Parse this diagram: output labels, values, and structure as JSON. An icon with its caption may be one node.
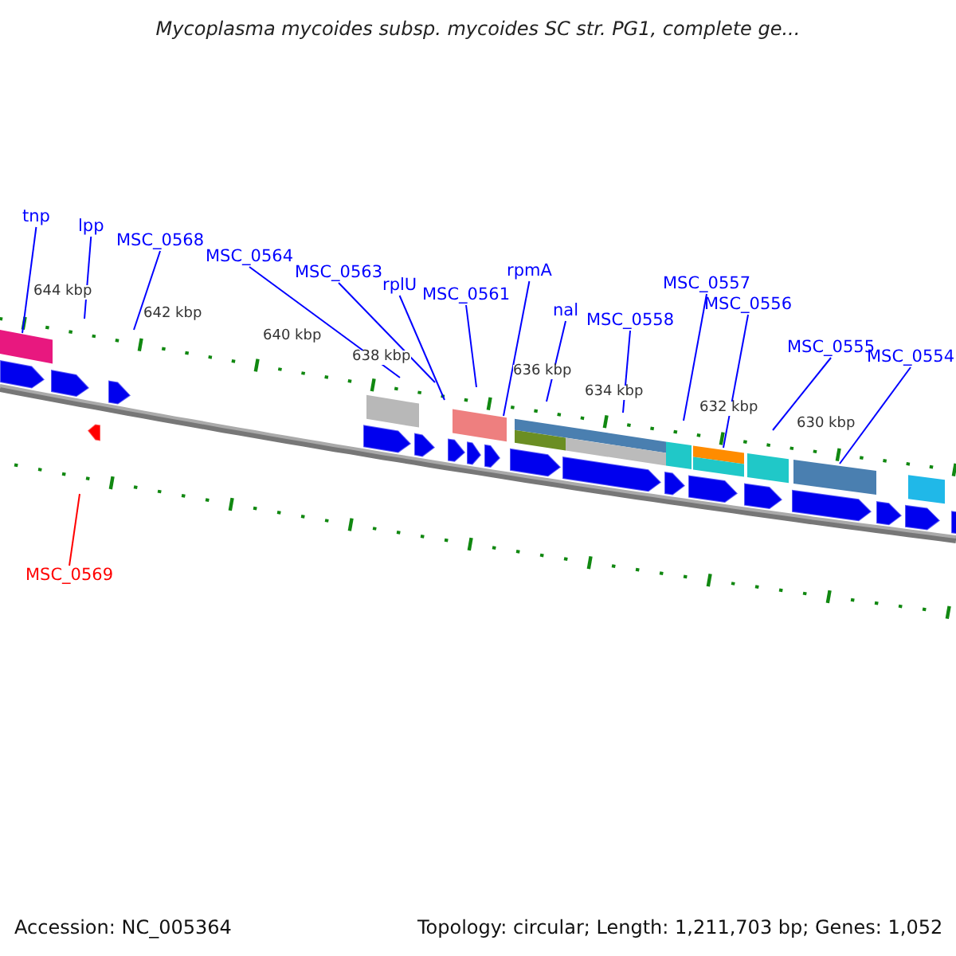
{
  "diagram": {
    "title": "Mycoplasma mycoides subsp. mycoides SC str. PG1, complete ge...",
    "nodes": [
      {
        "text": [
          "tnp"
        ]
      },
      {
        "text": [
          "lpp"
        ]
      },
      {
        "text": [
          "MSC_0568"
        ]
      },
      {
        "text": [
          "MSC_0564"
        ]
      },
      {
        "text": [
          "MSC_0563"
        ]
      },
      {
        "text": [
          "rplU"
        ]
      },
      {
        "text": [
          "MSC_0561"
        ]
      },
      {
        "text": [
          "rpmA"
        ]
      },
      {
        "text": [
          "nal"
        ]
      },
      {
        "text": [
          "MSC_0558"
        ]
      },
      {
        "text": [
          "MSC_0557"
        ]
      },
      {
        "text": [
          "MSC_0556"
        ]
      },
      {
        "text": [
          "MSC_0555"
        ]
      },
      {
        "text": [
          "MSC_0554"
        ]
      },
      {
        "text": [
          "MSC_0569"
        ]
      }
    ],
    "edges": [
      {
        "from": 0,
        "to": null,
        "arrow": "none"
      },
      {
        "from": 1,
        "to": null,
        "arrow": "none"
      },
      {
        "from": 2,
        "to": null,
        "arrow": "none"
      },
      {
        "from": 3,
        "to": null,
        "arrow": "none"
      },
      {
        "from": 4,
        "to": null,
        "arrow": "none"
      },
      {
        "from": 5,
        "to": null,
        "arrow": "none"
      },
      {
        "from": 6,
        "to": null,
        "arrow": "none"
      },
      {
        "from": 7,
        "to": null,
        "arrow": "none"
      },
      {
        "from": 8,
        "to": null,
        "arrow": "none"
      },
      {
        "from": 9,
        "to": null,
        "arrow": "none"
      },
      {
        "from": 10,
        "to": null,
        "arrow": "none"
      },
      {
        "from": 11,
        "to": null,
        "arrow": "none"
      },
      {
        "from": 12,
        "to": null,
        "arrow": "none"
      },
      {
        "from": 13,
        "to": null,
        "arrow": "none"
      },
      {
        "from": 14,
        "to": null,
        "arrow": "none",
        "color": "#ff0000"
      }
    ],
    "labels": [
      "644 kbp",
      "642 kbp",
      "640 kbp",
      "638 kbp",
      "636 kbp",
      "634 kbp",
      "632 kbp",
      "630 kbp",
      "Accession: NC_005364",
      "Topology: circular; Length: 1,211,703 bp; Genes: 1,052"
    ]
  }
}
